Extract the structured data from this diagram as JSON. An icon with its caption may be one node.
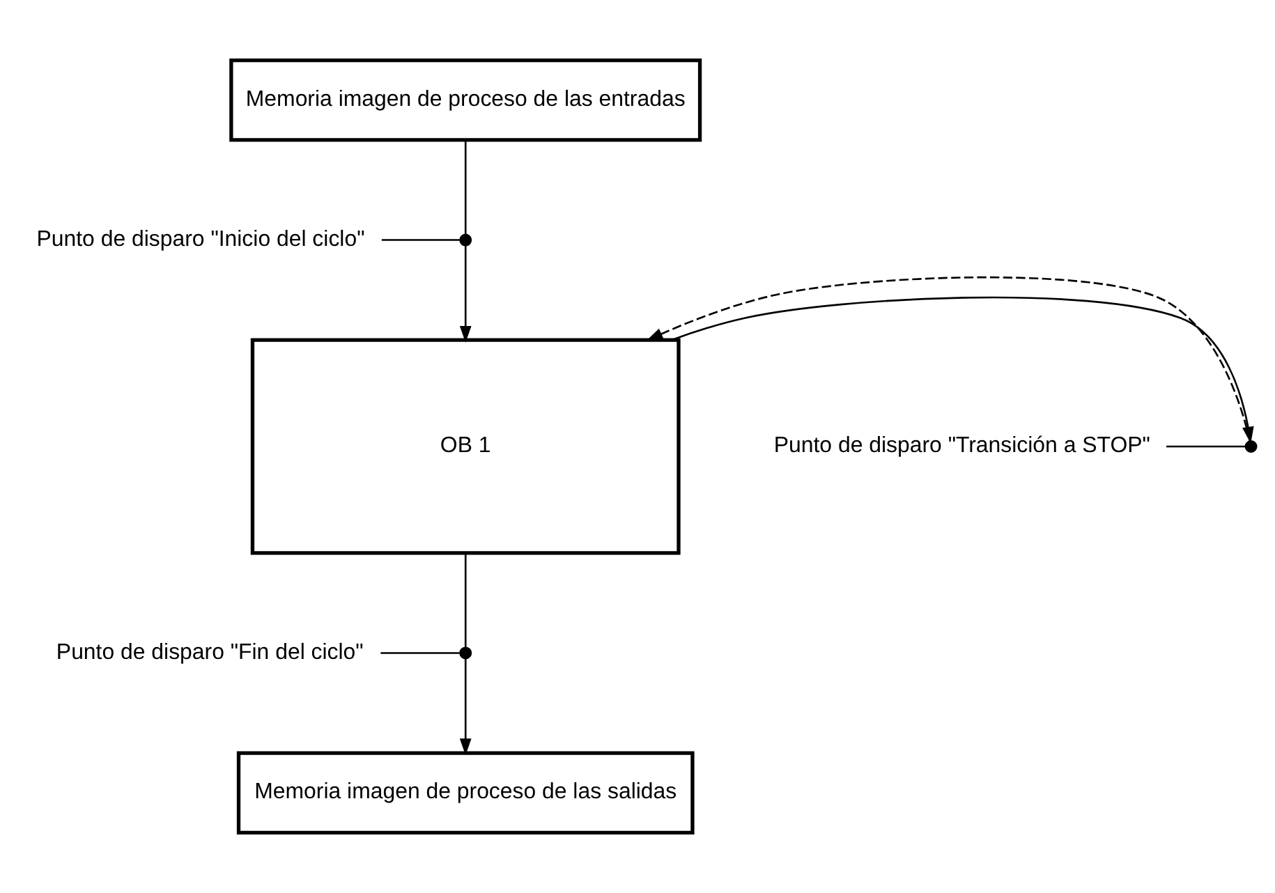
{
  "diagram": {
    "nodes": [
      {
        "text": [
          "Memoria imagen de proceso de las entradas"
        ]
      },
      {
        "text": [],
        "shape": "circle"
      },
      {
        "text": [
          "Punto de disparo \"Inicio del ciclo\""
        ]
      },
      {
        "text": [
          "OB 1"
        ]
      },
      {
        "text": [],
        "shape": "circle"
      },
      {
        "text": [
          "Punto de disparo \"Transición a STOP\""
        ]
      },
      {
        "text": [],
        "shape": "circle"
      },
      {
        "text": [
          "Punto de disparo \"Fin del ciclo\""
        ]
      },
      {
        "text": [
          "Memoria imagen de proceso de las salidas"
        ]
      }
    ],
    "edges": [
      {
        "from": 0,
        "to": 1,
        "arrow": "none"
      },
      {
        "from": 1,
        "to": 3,
        "arrow": "to"
      },
      {
        "from": 2,
        "to": 1,
        "arrow": "none"
      },
      {
        "from": 3,
        "to": 4,
        "arrow": "to"
      },
      {
        "from": 4,
        "to": 3,
        "arrow": "to",
        "style": "dashed"
      },
      {
        "from": 5,
        "to": 4,
        "arrow": "none"
      },
      {
        "from": 3,
        "to": 6,
        "arrow": "none"
      },
      {
        "from": 6,
        "to": 8,
        "arrow": "to"
      },
      {
        "from": 7,
        "to": 6,
        "arrow": "none"
      }
    ]
  }
}
